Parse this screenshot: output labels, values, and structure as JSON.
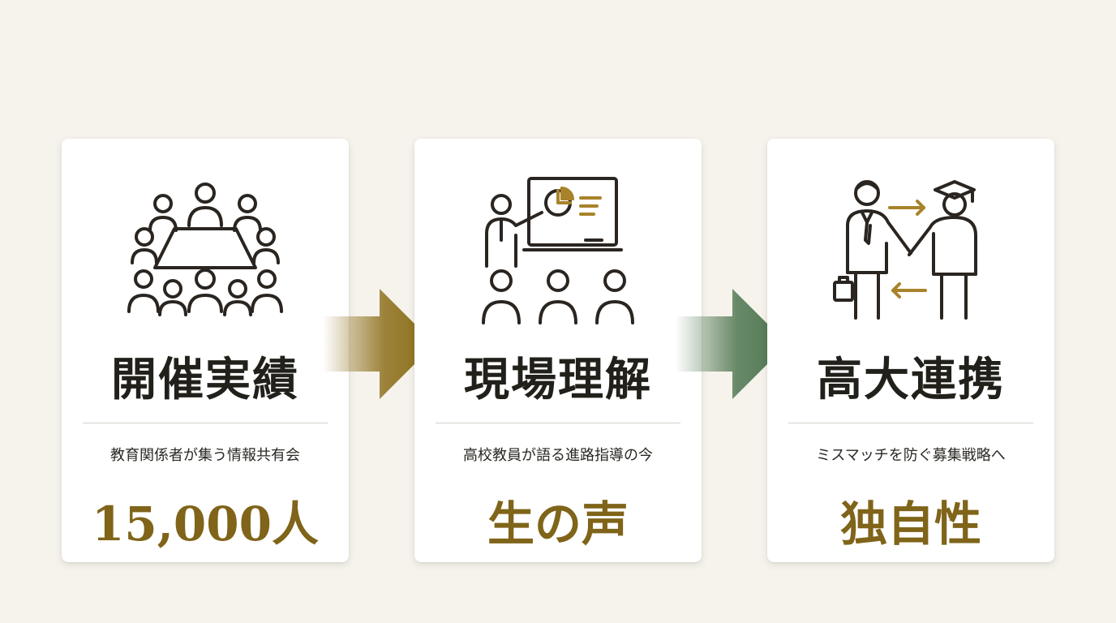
{
  "steps": [
    {
      "title": "開催実績",
      "subtitle": "教育関係者が集う情報共有会",
      "highlight": "15,000人",
      "icon": "meeting-table-icon"
    },
    {
      "title": "現場理解",
      "subtitle": "高校教員が語る進路指導の今",
      "highlight": "生の声",
      "icon": "presentation-icon"
    },
    {
      "title": "高大連携",
      "subtitle": "ミスマッチを防ぐ募集戦略へ",
      "highlight": "独自性",
      "icon": "handshake-icon"
    }
  ],
  "colors": {
    "background": "#f6f3ec",
    "card": "#ffffff",
    "title_text": "#22201a",
    "highlight_gold": "#7f6419",
    "icon_stroke": "#2a2520",
    "icon_accent": "#a8832a",
    "arrow_gold": "#8c6e1a",
    "arrow_green": "#4e7650"
  },
  "connectors": [
    {
      "icon": "arrow-right-icon",
      "color": "#8c6e1a"
    },
    {
      "icon": "arrow-right-icon",
      "color": "#4e7650"
    }
  ]
}
